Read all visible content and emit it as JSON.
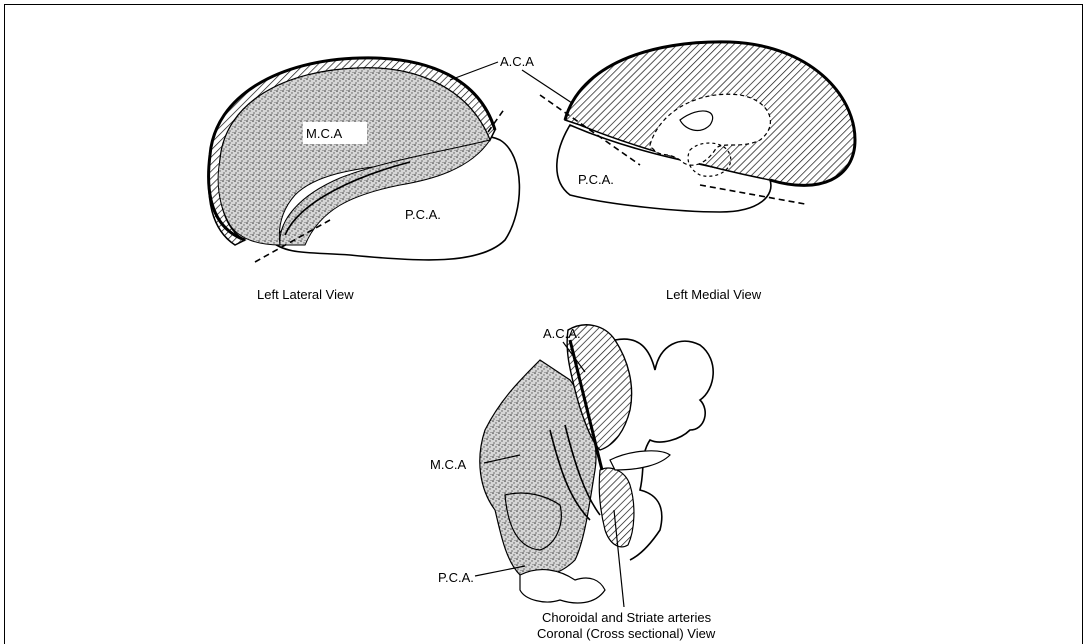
{
  "labels": {
    "lateral_aca": "A.C.A",
    "lateral_mca": "M.C.A",
    "lateral_pca": "P.C.A.",
    "medial_pca": "P.C.A.",
    "coronal_aca": "A.C.A.",
    "coronal_mca": "M.C.A",
    "coronal_pca": "P.C.A."
  },
  "captions": {
    "lateral": "Left Lateral View",
    "medial": "Left Medial View",
    "coronal_line1": "Choroidal and Striate arteries",
    "coronal_line2": "Coronal (Cross sectional) View"
  }
}
